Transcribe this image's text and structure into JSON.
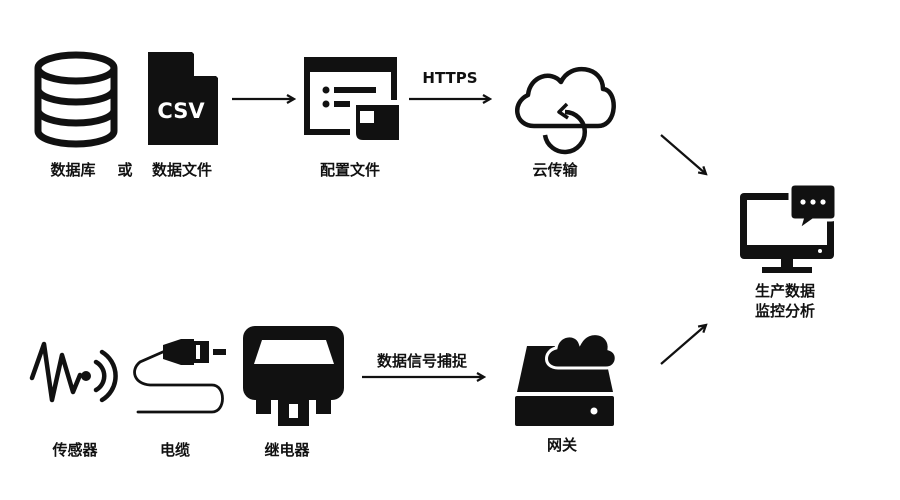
{
  "colors": {
    "ink": "#111111",
    "background": "#ffffff"
  },
  "top_row": {
    "database": {
      "label": "数据库",
      "icon": "database-icon"
    },
    "or": "或",
    "csv": {
      "badge": "CSV",
      "label": "数据文件",
      "icon": "csv-file-icon"
    },
    "config": {
      "label": "配置文件",
      "icon": "config-window-icon"
    },
    "https_label": "HTTPS",
    "cloud": {
      "label": "云传输",
      "icon": "cloud-sync-icon"
    }
  },
  "bottom_row": {
    "sensor": {
      "label": "传感器",
      "icon": "sensor-wave-icon"
    },
    "cable": {
      "label": "电缆",
      "icon": "cable-plug-icon"
    },
    "relay": {
      "label": "继电器",
      "icon": "relay-icon"
    },
    "capture_label": "数据信号捕捉",
    "gateway": {
      "label": "网关",
      "icon": "gateway-server-cloud-icon"
    }
  },
  "output": {
    "label_line1": "生产数据",
    "label_line2": "监控分析",
    "icon": "monitor-chat-icon"
  }
}
